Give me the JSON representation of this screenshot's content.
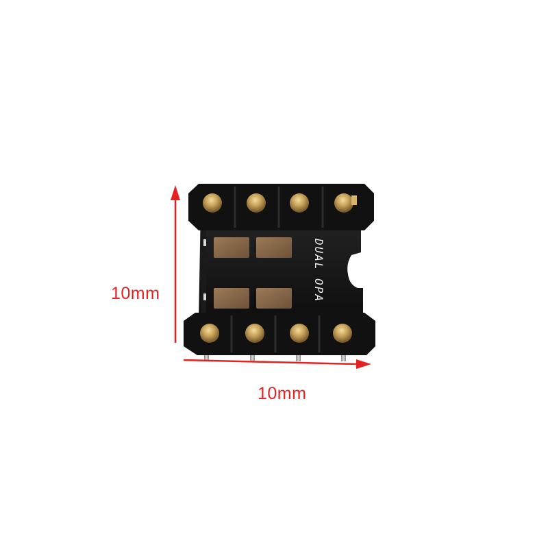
{
  "dimensions": {
    "height_label": "10mm",
    "width_label": "10mm"
  },
  "board": {
    "silkscreen_text": "DUAL OPA",
    "pins_per_row": 4,
    "rows": 2,
    "pads": 4
  },
  "colors": {
    "annotation": "#e52222",
    "pcb": "#111111",
    "pin_gold": "#c9a35a",
    "pad_copper": "#8a6a4a",
    "silkscreen": "#e8e8e8"
  }
}
